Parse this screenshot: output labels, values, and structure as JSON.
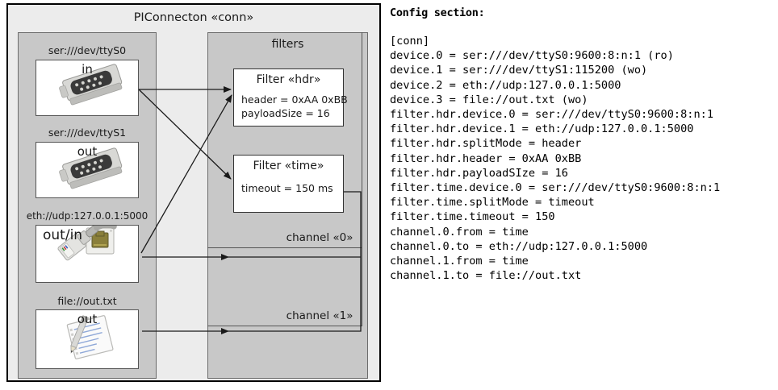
{
  "diagram": {
    "title": "PIConnecton «conn»",
    "devices_panel": {
      "devices": [
        {
          "url": "ser:///dev/ttyS0",
          "direction": "in",
          "icon": "serial-port-icon"
        },
        {
          "url": "ser:///dev/ttyS1",
          "direction": "out",
          "icon": "serial-port-icon"
        },
        {
          "url": "eth://udp:127.0.0.1:5000",
          "direction": "out/in",
          "icon": "ethernet-port-icon"
        },
        {
          "url": "file://out.txt",
          "direction": "out",
          "icon": "text-file-icon"
        }
      ]
    },
    "filters_panel": {
      "title": "filters",
      "filters": [
        {
          "title": "Filter «hdr»",
          "attrs": [
            "header = 0xAA 0xBB",
            "payloadSize = 16"
          ]
        },
        {
          "title": "Filter «time»",
          "attrs": [
            "timeout = 150 ms"
          ]
        }
      ],
      "channels": [
        {
          "label": "channel «0»"
        },
        {
          "label": "channel «1»"
        }
      ]
    }
  },
  "config": {
    "heading": "Config section:",
    "lines": [
      "[conn]",
      "device.0 = ser:///dev/ttyS0:9600:8:n:1 (ro)",
      "device.1 = ser:///dev/ttyS1:115200 (wo)",
      "device.2 = eth://udp:127.0.0.1:5000",
      "device.3 = file://out.txt (wo)",
      "filter.hdr.device.0 = ser:///dev/ttyS0:9600:8:n:1",
      "filter.hdr.device.1 = eth://udp:127.0.0.1:5000",
      "filter.hdr.splitMode = header",
      "filter.hdr.header = 0xAA 0xBB",
      "filter.hdr.payloadSIze = 16",
      "filter.time.device.0 = ser:///dev/ttyS0:9600:8:n:1",
      "filter.time.splitMode = timeout",
      "filter.time.timeout = 150",
      "channel.0.from = time",
      "channel.0.to = eth://udp:127.0.0.1:5000",
      "channel.1.from = time",
      "channel.1.to = file://out.txt"
    ]
  },
  "colors": {
    "outer_panel": "#ececec",
    "inner_panel": "#c8c8c8",
    "box_fill": "#ffffff",
    "border": "#555555",
    "text": "#1a1a1a"
  }
}
